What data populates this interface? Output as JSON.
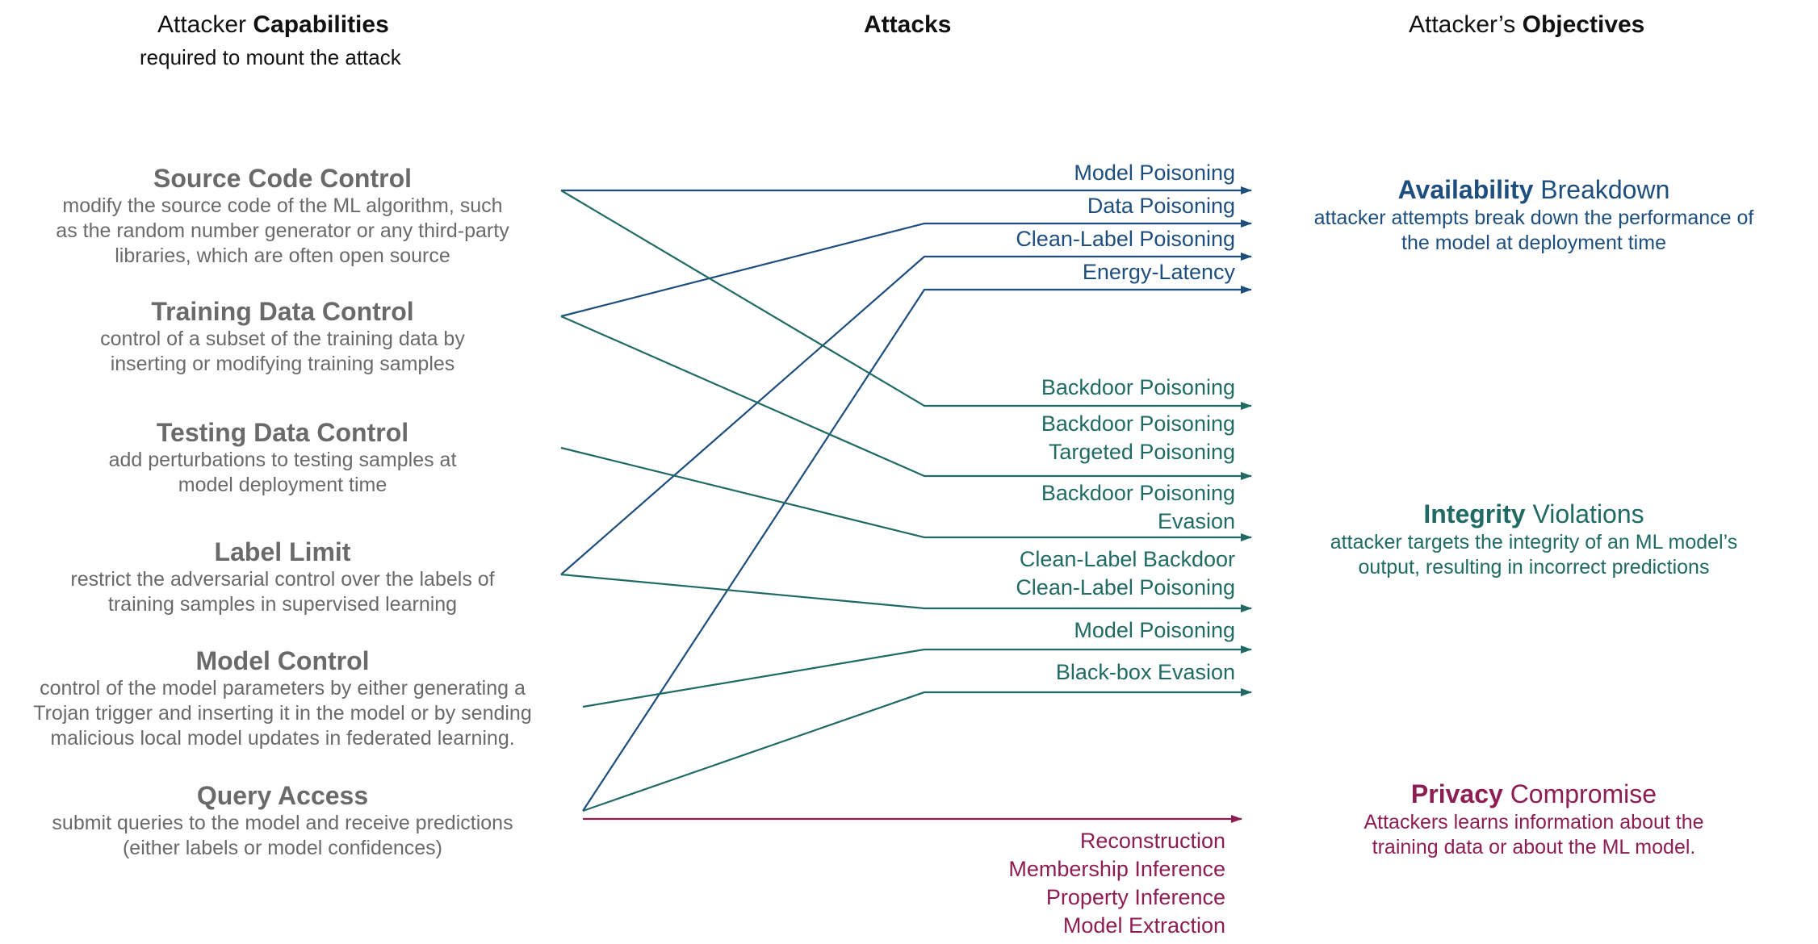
{
  "headers": {
    "capabilities_pre": "Attacker ",
    "capabilities_bold": "Capabilities",
    "capabilities_sub": "required to mount the attack",
    "attacks": "Attacks",
    "objectives_pre": "Attacker’s ",
    "objectives_bold": "Objectives"
  },
  "capabilities": [
    {
      "title": "Source Code Control",
      "desc": [
        "modify the source code of the ML algorithm, such",
        "as the random number generator or any third-party",
        "libraries, which are often open source"
      ]
    },
    {
      "title": "Training Data Control",
      "desc": [
        "control of a subset of the training data by",
        "inserting or modifying training samples"
      ]
    },
    {
      "title": "Testing Data Control",
      "desc": [
        "add perturbations to testing samples at",
        "model deployment time"
      ]
    },
    {
      "title": "Label Limit",
      "desc": [
        "restrict the adversarial control over the labels of",
        "training samples in supervised learning"
      ]
    },
    {
      "title": "Model Control",
      "desc": [
        "control of the model parameters by either generating a",
        "Trojan trigger and inserting it in the model or by sending",
        "malicious local model updates in federated learning."
      ]
    },
    {
      "title": "Query Access",
      "desc": [
        "submit queries to the model and receive predictions",
        "(either labels or model confidences)"
      ]
    }
  ],
  "attacks": {
    "availability": [
      "Model Poisoning",
      "Data Poisoning",
      "Clean-Label Poisoning",
      "Energy-Latency"
    ],
    "integrity": [
      [
        "Backdoor Poisoning"
      ],
      [
        "Backdoor Poisoning",
        "Targeted Poisoning"
      ],
      [
        "Backdoor Poisoning",
        "Evasion"
      ],
      [
        "Clean-Label Backdoor",
        "Clean-Label Poisoning"
      ],
      [
        "Model Poisoning"
      ],
      [
        "Black-box Evasion"
      ]
    ],
    "privacy": [
      "Reconstruction",
      "Membership Inference",
      "Property Inference",
      "Model Extraction"
    ]
  },
  "objectives": [
    {
      "bold": "Availability",
      "rest": " Breakdown",
      "desc": [
        "attacker attempts break down the performance of",
        "the model at deployment time"
      ]
    },
    {
      "bold": "Integrity",
      "rest": " Violations",
      "desc": [
        "attacker targets the integrity of an ML model’s",
        "output, resulting in incorrect predictions"
      ]
    },
    {
      "bold": "Privacy",
      "rest": " Compromise",
      "desc": [
        "Attackers learns information about the",
        "training data or about the ML model."
      ]
    }
  ],
  "colors": {
    "availability": "#1d4e7e",
    "integrity": "#1f6b64",
    "privacy": "#8d1d52",
    "capability_text": "#6a6a6a"
  }
}
